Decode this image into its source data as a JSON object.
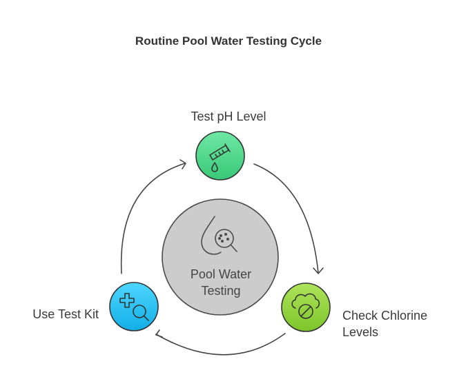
{
  "title": "Routine Pool Water Testing Cycle",
  "center": {
    "line1": "Pool Water",
    "line2": "Testing",
    "color": "#cccccc",
    "icon": "water-drop-magnifier-icon"
  },
  "nodes": [
    {
      "label": "Test pH Level",
      "color": "#4cd78a",
      "icon": "test-tube-drop-icon"
    },
    {
      "label_line1": "Check Chlorine",
      "label_line2": "Levels",
      "color": "#8ed63c",
      "icon": "cloud-prohibited-icon"
    },
    {
      "label": "Use Test Kit",
      "color": "#1ec1f5",
      "icon": "plus-magnifier-icon"
    }
  ]
}
